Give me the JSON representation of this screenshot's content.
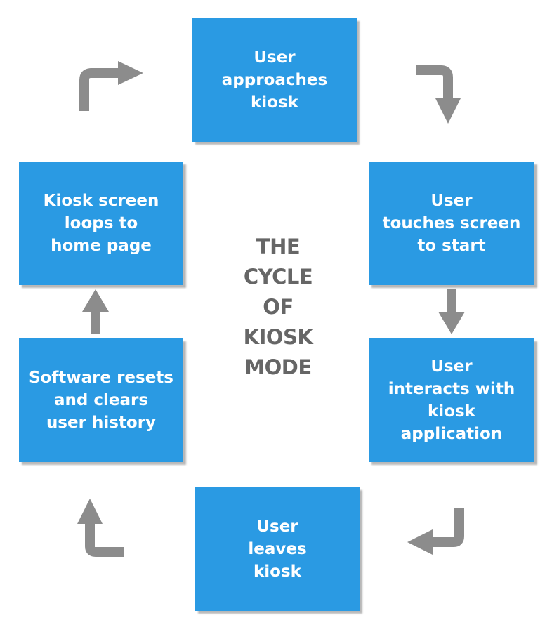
{
  "title": "THE\nCYCLE\nOF\nKIOSK\nMODE",
  "steps": [
    {
      "id": "approaches",
      "text": "User\napproaches\nkiosk"
    },
    {
      "id": "touches",
      "text": "User\ntouches screen\nto start"
    },
    {
      "id": "interacts",
      "text": "User\ninteracts with\nkiosk application"
    },
    {
      "id": "leaves",
      "text": "User\nleaves\nkiosk"
    },
    {
      "id": "resets",
      "text": "Software resets\nand clears\nuser history"
    },
    {
      "id": "loops",
      "text": "Kiosk screen\nloops to\nhome page"
    }
  ],
  "colors": {
    "box": "#2a9ae3",
    "box_text": "#ffffff",
    "arrow": "#8c8c8c",
    "title": "#666666"
  }
}
